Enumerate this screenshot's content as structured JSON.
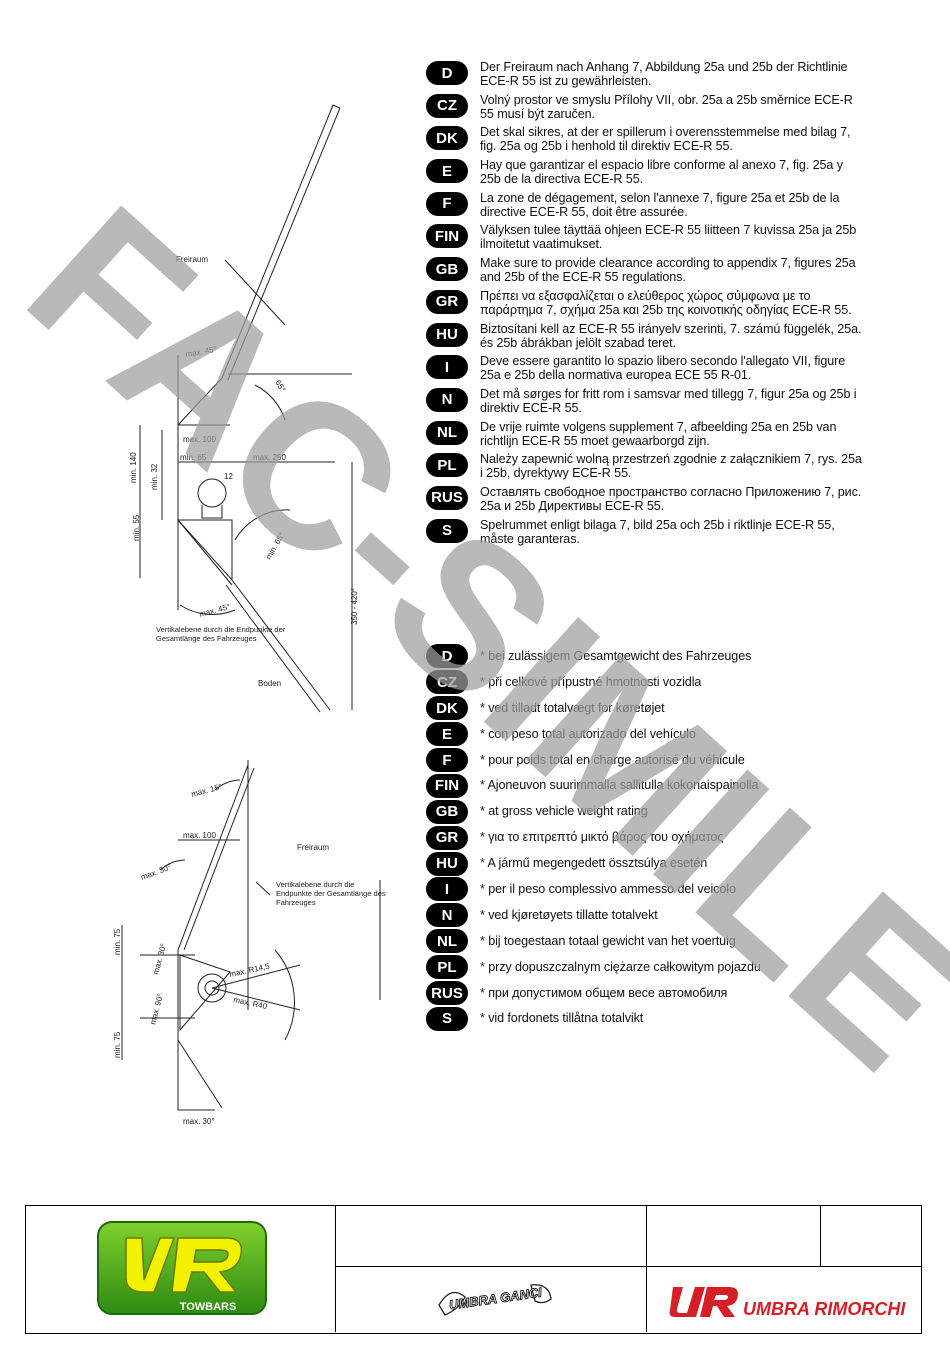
{
  "instructions": [
    {
      "code": "D",
      "text": "Der Freiraum nach Anhang 7, Abbildung 25a und 25b der Richtlinie ECE-R 55 ist zu gewährleisten."
    },
    {
      "code": "CZ",
      "text": "Volný prostor ve smyslu Přílohy VII, obr. 25a a 25b směrnice ECE-R 55 musí být zaručen."
    },
    {
      "code": "DK",
      "text": "Det skal sikres, at der er spillerum i overensstemmelse med bilag 7, fig. 25a og 25b i henhold til direktiv ECE-R 55."
    },
    {
      "code": "E",
      "text": "Hay que garantizar el espacio libre conforme al anexo 7, fig. 25a y 25b de la directiva ECE-R 55."
    },
    {
      "code": "F",
      "text": "La zone de dégagement, selon l'annexe 7, figure 25a et 25b de la directive ECE-R 55, doit être assurée."
    },
    {
      "code": "FIN",
      "text": "Välyksen tulee täyttää ohjeen ECE-R 55 liitteen 7 kuvissa 25a ja 25b ilmoitetut vaatimukset."
    },
    {
      "code": "GB",
      "text": "Make sure to provide clearance according to appendix 7, figures 25a and 25b of the ECE-R 55 regulations."
    },
    {
      "code": "GR",
      "text": "Πρέπει να εξασφαλίζεται ο ελεύθερος χώρος σύμφωνα με το παράρτημα 7, σχήμα 25a και 25b της κοινοτικής οδηγίας ECE-R 55."
    },
    {
      "code": "HU",
      "text": "Biztosítani kell az ECE-R 55 irányelv szerinti, 7. számú függelék, 25a. és 25b ábrákban jelölt szabad teret."
    },
    {
      "code": "I",
      "text": "Deve essere garantito lo spazio libero secondo l'allegato VII, figure 25a e 25b della normativa europea ECE 55 R-01."
    },
    {
      "code": "N",
      "text": "Det må sørges for fritt rom i samsvar med tillegg 7, figur 25a og 25b i direktiv ECE-R 55."
    },
    {
      "code": "NL",
      "text": "De vrije ruimte volgens supplement 7, afbeelding 25a en 25b van richtlijn ECE-R 55 moet gewaarborgd zijn."
    },
    {
      "code": "PL",
      "text": "Należy zapewnić wolną przestrzeń zgodnie z załącznikiem 7, rys. 25a i 25b, dyrektywy ECE-R 55."
    },
    {
      "code": "RUS",
      "text": "Оставлять свободное пространство согласно Приложению 7, рис. 25a и 25b Директивы ECE-R 55."
    },
    {
      "code": "S",
      "text": "Spelrummet enligt bilaga 7, bild 25a och 25b i riktlinje ECE-R 55, måste garanteras."
    }
  ],
  "weight_notes": [
    {
      "code": "D",
      "text": "* bei zulässigem Gesamtgewicht des Fahrzeuges"
    },
    {
      "code": "CZ",
      "text": "* při celkové přípustné hmotnosti vozidla"
    },
    {
      "code": "DK",
      "text": "* ved tilladt totalvægt for køretøjet"
    },
    {
      "code": "E",
      "text": "* con peso total autorizado del vehículo"
    },
    {
      "code": "F",
      "text": "* pour poids total en charge autorisé du véhicule"
    },
    {
      "code": "FIN",
      "text": "* Ajoneuvon suurimmalla sallitulla kokonaispainolla"
    },
    {
      "code": "GB",
      "text": "* at gross vehicle weight rating"
    },
    {
      "code": "GR",
      "text": "* για το επιτρεπτό μικτό βάρος του οχήματος"
    },
    {
      "code": "HU",
      "text": "* A jármű megengedett össztsúlya esetén"
    },
    {
      "code": "I",
      "text": "* per il peso complessivo ammesso del veicolo"
    },
    {
      "code": "N",
      "text": "* ved kjøretøyets tillatte totalvekt"
    },
    {
      "code": "NL",
      "text": "* bij toegestaan totaal gewicht van het voertuig"
    },
    {
      "code": "PL",
      "text": "* przy dopuszczalnym ciężarze całkowitym pojazdu"
    },
    {
      "code": "RUS",
      "text": "* при допустимом общем весе автомобиля"
    },
    {
      "code": "S",
      "text": "* vid fordonets tillåtna totalvikt"
    }
  ],
  "drawing_top": {
    "freiraum": "Freiraum",
    "max45_top": "max. 45°",
    "deg65_top": "65°",
    "max100": "max. 100",
    "min65": "min. 65",
    "max250": "max. 250",
    "d12": "12",
    "min140": "min. 140",
    "min32": "min. 32",
    "min55": "min. 55",
    "min65_arc": "min. 65°",
    "max45_bottom": "max. 45°",
    "range350": "350 - 420*",
    "vertical_plane": "Vertikalebene durch die Endpunkte der Gesamtlänge des Fahrzeuges",
    "boden": "Boden"
  },
  "drawing_bottom": {
    "max15": "max. 15°",
    "max100": "max. 100",
    "max30_top": "max. 30°",
    "freiraum": "Freiraum",
    "vertical_plane": "Vertikalebene durch die Endpunkte der Gesamtlänge des Fahrzeuges",
    "min75_top": "min. 75",
    "min75_bottom": "min. 75",
    "max30_mid": "max. 30°",
    "max90": "max. 90°",
    "r145": "max. R14,5",
    "r40": "max. R40",
    "max30_bottom": "max. 30°"
  },
  "watermark": "FAC-SIMILE",
  "footer": {
    "logo_left_text": "TOWBARS",
    "logo_center_text": "UMBRA GANCI",
    "logo_right_text": "UMBRA RIMORCHI",
    "brand_green": "#3a9a1e",
    "brand_red": "#d41f26"
  }
}
